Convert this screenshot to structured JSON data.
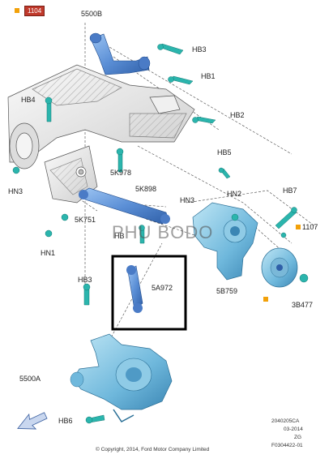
{
  "header": {
    "tag_code": "1104",
    "accent": "#f2a10a",
    "tag_color": "#c0392b"
  },
  "labels": {
    "l5500B": "5500B",
    "hb3_top": "HB3",
    "hb1": "HB1",
    "hb4": "HB4",
    "hb2": "HB2",
    "hb5": "HB5",
    "hn3_left": "HN3",
    "k978": "5K978",
    "k898": "5K898",
    "hn3_mid": "HN3",
    "hn2": "HN2",
    "hb7": "HB7",
    "l1107": "1107",
    "k751": "5K751",
    "hb_mid": "HB",
    "hn1": "HN1",
    "hb3_low": "HB3",
    "a972": "5A972",
    "b759": "5B759",
    "b477": "3B477",
    "l5500A": "5500A",
    "hb6": "HB6"
  },
  "watermark": "PHU BODO",
  "footer": {
    "copyright": "© Copyright, 2014, Ford Motor Company Limited",
    "code1": "2040205CA",
    "code2": "03-2014",
    "code3": "ZG",
    "code4": "F0304422-01"
  },
  "colors": {
    "part_blue": "#5b8fd6",
    "bolt_teal": "#2bb5ad",
    "frame_grey": "#e8e8e8",
    "leader": "#555555"
  }
}
